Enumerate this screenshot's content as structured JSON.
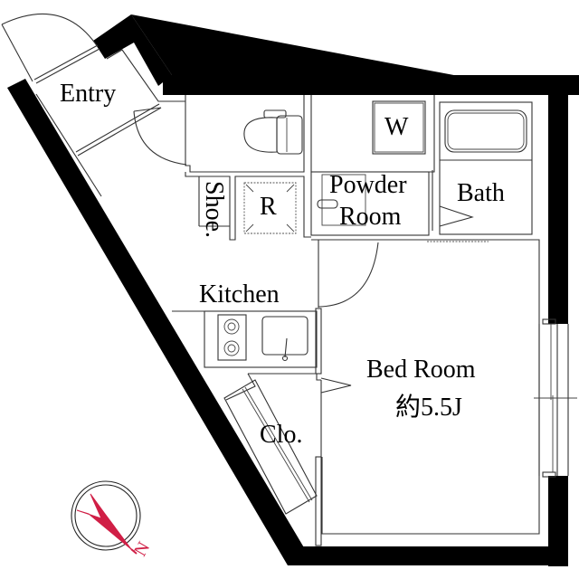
{
  "floor_plan": {
    "rooms": [
      {
        "id": "entry",
        "label": "Entry"
      },
      {
        "id": "toilet",
        "label": ""
      },
      {
        "id": "washer",
        "label": "W"
      },
      {
        "id": "bath",
        "label": "Bath"
      },
      {
        "id": "powder_room",
        "label_line1": "Powder",
        "label_line2": "Room"
      },
      {
        "id": "shoe",
        "label": "Shoe."
      },
      {
        "id": "refrigerator",
        "label": "R"
      },
      {
        "id": "kitchen",
        "label": "Kitchen"
      },
      {
        "id": "closet",
        "label": "Clo."
      },
      {
        "id": "bed_room",
        "label": "Bed Room",
        "area": "約5.5J"
      }
    ],
    "compass": {
      "label": "N",
      "color": "#d01f46"
    },
    "colors": {
      "wall": "#000000",
      "line": "#333333",
      "background": "#ffffff",
      "compass": "#d01f46"
    }
  }
}
